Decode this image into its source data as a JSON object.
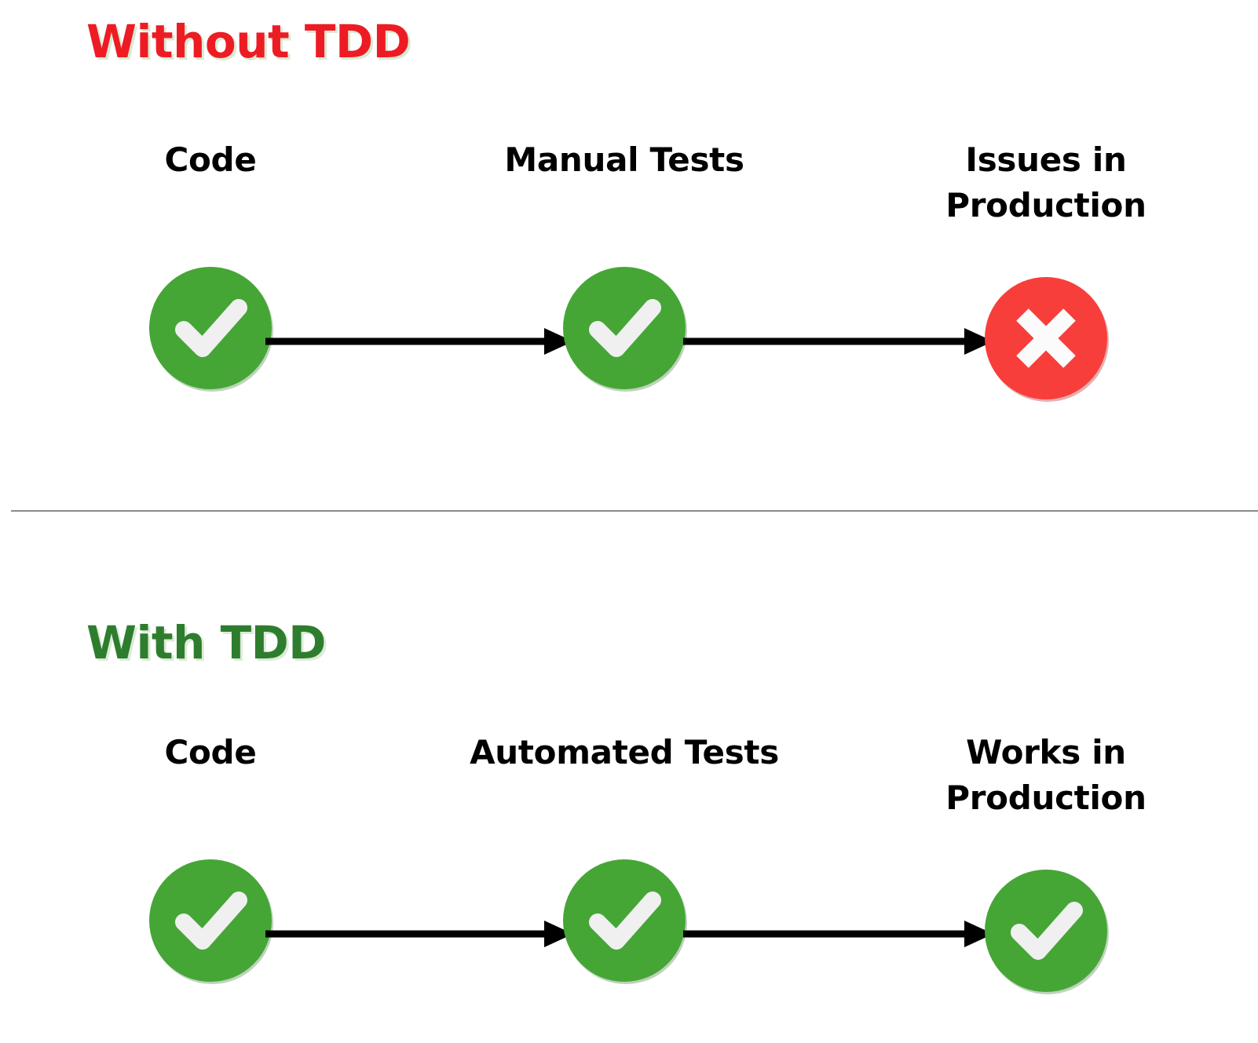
{
  "colors": {
    "title_without_tdd": "#ED1C24",
    "title_with_tdd": "#2E7D2E",
    "success_green": "#45A636",
    "failure_red": "#F83E3B",
    "check_white": "#F0F0F0",
    "arrow_black": "#000000",
    "divider_gray": "#8A8A8F",
    "background": "#FFFFFF"
  },
  "sections": [
    {
      "title": "Without TDD",
      "nodes": [
        {
          "label": "Code",
          "icon": "check-circle-icon",
          "status": "success"
        },
        {
          "label": "Manual Tests",
          "icon": "check-circle-icon",
          "status": "success"
        },
        {
          "label": "Issues in\nProduction",
          "icon": "cross-circle-icon",
          "status": "failure"
        }
      ],
      "arrows": [
        {
          "from": "Code",
          "to": "Manual Tests"
        },
        {
          "from": "Manual Tests",
          "to": "Issues in Production"
        }
      ]
    },
    {
      "title": "With TDD",
      "nodes": [
        {
          "label": "Code",
          "icon": "check-circle-icon",
          "status": "success"
        },
        {
          "label": "Automated Tests",
          "icon": "check-circle-icon",
          "status": "success"
        },
        {
          "label": "Works in\nProduction",
          "icon": "check-circle-icon",
          "status": "success"
        }
      ],
      "arrows": [
        {
          "from": "Code",
          "to": "Automated Tests"
        },
        {
          "from": "Automated Tests",
          "to": "Works in Production"
        }
      ]
    }
  ]
}
